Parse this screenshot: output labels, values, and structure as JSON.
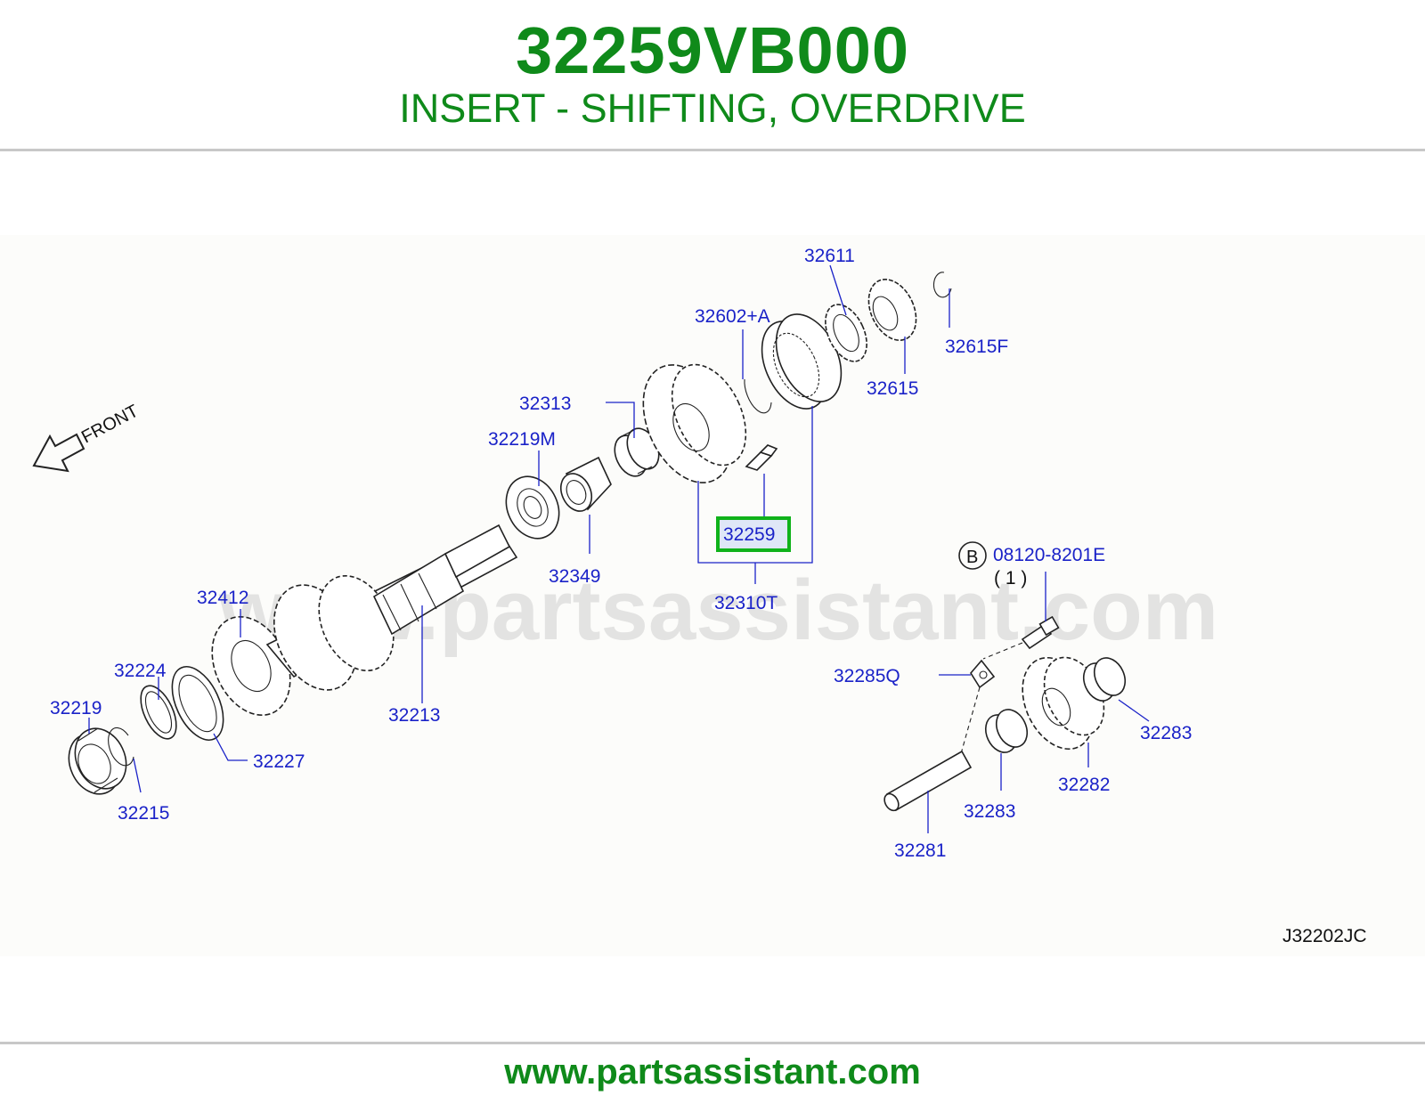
{
  "header": {
    "part_number": "32259VB000",
    "description": "INSERT - SHIFTING, OVERDRIVE"
  },
  "diagram": {
    "front_label": "FRONT",
    "watermark": "www.partsassistant.com",
    "reference_code": "J32202JC",
    "bolt_marker": "B",
    "bolt_part": "08120-8201E",
    "bolt_qty": "( 1 )",
    "highlighted_part": "32259",
    "highlight_color": "#0fb21a",
    "callouts": {
      "p32611": "32611",
      "p32602A": "32602+A",
      "p32615F": "32615F",
      "p32615": "32615",
      "p32313": "32313",
      "p32219M": "32219M",
      "p32349": "32349",
      "p32310T": "32310T",
      "p32412": "32412",
      "p32224": "32224",
      "p32219": "32219",
      "p32213": "32213",
      "p32227": "32227",
      "p32215": "32215",
      "p32285Q": "32285Q",
      "p32283a": "32283",
      "p32283b": "32283",
      "p32282": "32282",
      "p32281": "32281"
    }
  },
  "footer": {
    "url": "www.partsassistant.com"
  }
}
